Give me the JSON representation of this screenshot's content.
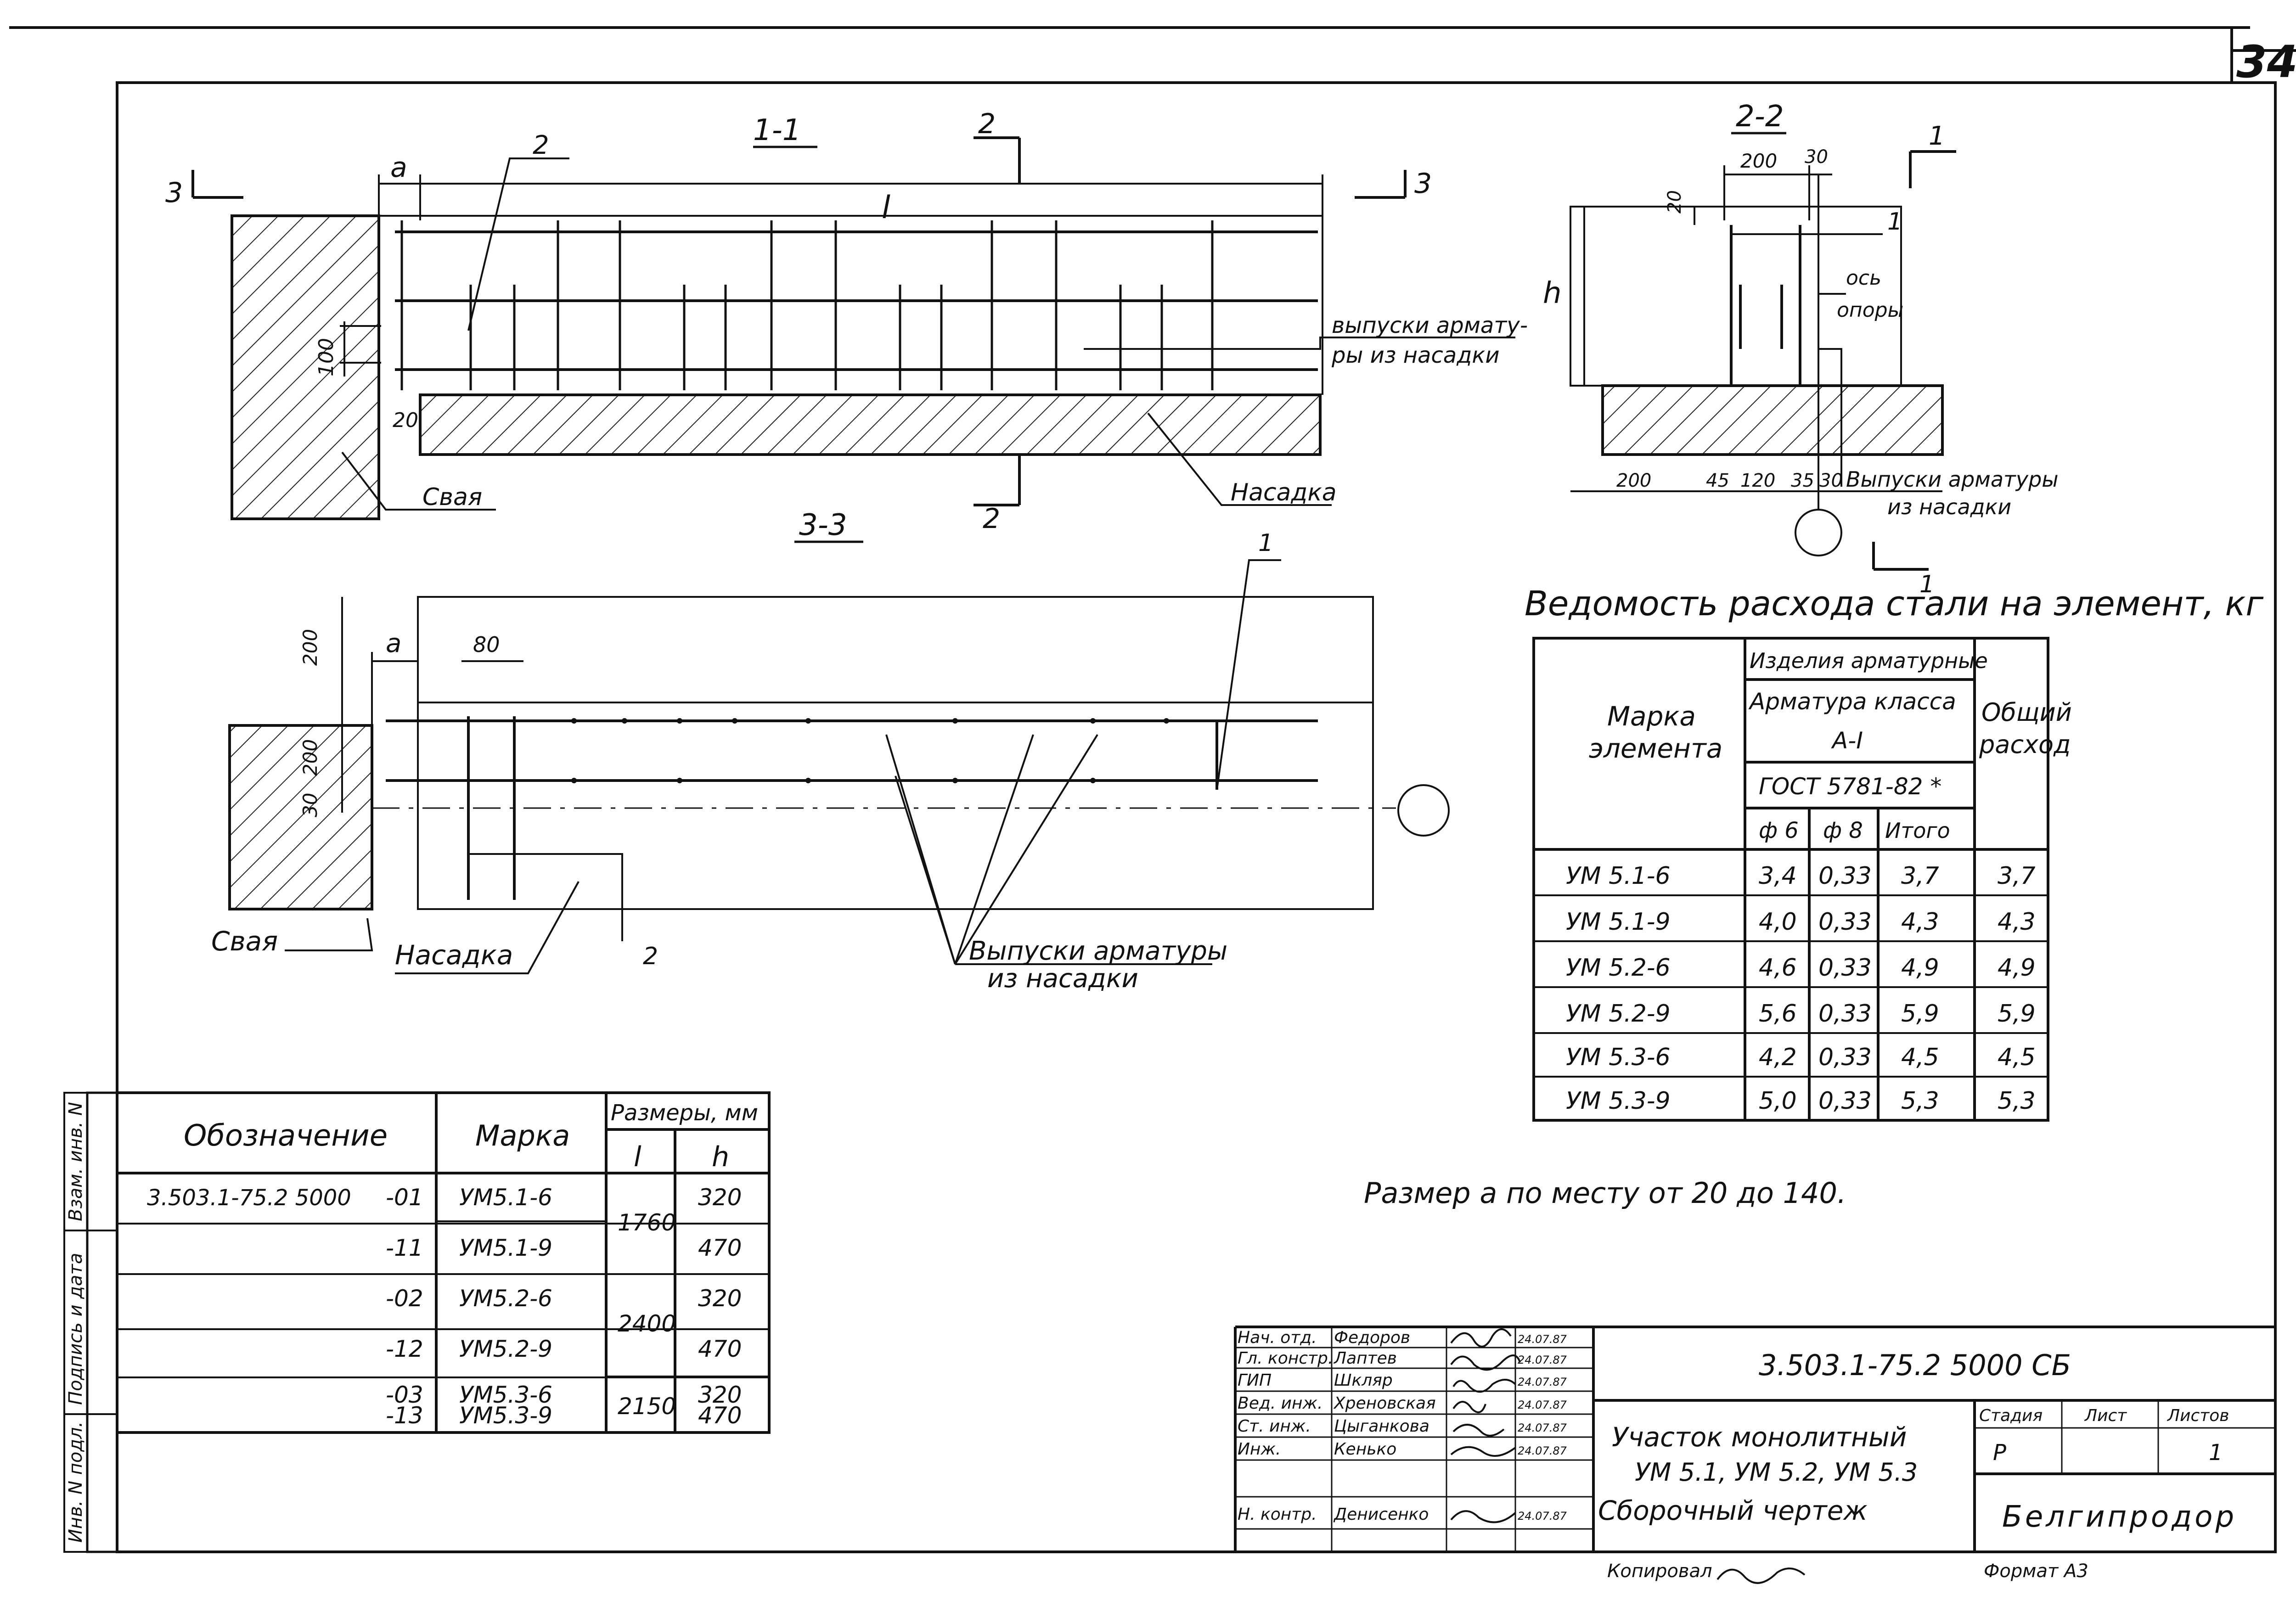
{
  "page_number": "34",
  "sections": {
    "s11": "1-1",
    "s22": "2-2",
    "s33": "3-3",
    "cut2": "2",
    "cut3": "3",
    "cut1": "1"
  },
  "labels": {
    "a": "a",
    "l": "l",
    "h": "h",
    "pos1": "1",
    "pos2": "2",
    "d100": "100",
    "d20": "20",
    "d200": "200",
    "d30": "30",
    "d80": "80",
    "d45": "45",
    "d120": "120",
    "d35": "35",
    "pile": "Свая",
    "cap": "Насадка",
    "rebar_out1": "выпуски армату-",
    "rebar_out2": "ры из насадки",
    "rebar_out_b1": "Выпуски арматуры",
    "rebar_out_b2": "из насадки",
    "axis1": "ось",
    "axis2": "опоры"
  },
  "steel": {
    "title": "Ведомость расхода стали на элемент, кг",
    "col_mark_1": "Марка",
    "col_mark_2": "элемента",
    "hdr_items": "Изделия арматурные",
    "hdr_class": "Арматура класса",
    "hdr_class_val": "A-I",
    "hdr_gost": "ГОСТ 5781-82 *",
    "hdr_d6": "ф 6",
    "hdr_d8": "ф 8",
    "hdr_total": "Итого",
    "hdr_sum_1": "Общий",
    "hdr_sum_2": "расход",
    "rows": [
      {
        "mark": "УМ 5.1-6",
        "d6": "3,4",
        "d8": "0,33",
        "tot": "3,7",
        "sum": "3,7"
      },
      {
        "mark": "УМ 5.1-9",
        "d6": "4,0",
        "d8": "0,33",
        "tot": "4,3",
        "sum": "4,3"
      },
      {
        "mark": "УМ 5.2-6",
        "d6": "4,6",
        "d8": "0,33",
        "tot": "4,9",
        "sum": "4,9"
      },
      {
        "mark": "УМ 5.2-9",
        "d6": "5,6",
        "d8": "0,33",
        "tot": "5,9",
        "sum": "5,9"
      },
      {
        "mark": "УМ 5.3-6",
        "d6": "4,2",
        "d8": "0,33",
        "tot": "4,5",
        "sum": "4,5"
      },
      {
        "mark": "УМ 5.3-9",
        "d6": "5,0",
        "d8": "0,33",
        "tot": "5,3",
        "sum": "5,3"
      }
    ]
  },
  "note": "Размер а по месту от 20 до 140.",
  "dims": {
    "h_designation": "Обозначение",
    "h_mark": "Марка",
    "h_sizes": "Размеры, мм",
    "h_l": "l",
    "h_h": "h",
    "base": "3.503.1-75.2 5000",
    "rows": [
      {
        "suffix": "-01",
        "mark": "УМ5.1-6",
        "h": "320"
      },
      {
        "suffix": "-11",
        "mark": "УМ5.1-9",
        "h": "470"
      },
      {
        "suffix": "-02",
        "mark": "УМ5.2-6",
        "h": "320"
      },
      {
        "suffix": "-12",
        "mark": "УМ5.2-9",
        "h": "470"
      },
      {
        "suffix": "-03",
        "mark": "УМ5.3-6",
        "h": "320"
      },
      {
        "suffix": "-13",
        "mark": "УМ5.3-9",
        "h": "470"
      }
    ],
    "l_values": [
      "1760",
      "2400",
      "2150"
    ]
  },
  "side_stamp": {
    "inv": "Инв. N подл.",
    "sign": "Подпись и дата",
    "replace": "Взам. инв. N"
  },
  "title_block": {
    "code": "3.503.1-75.2 5000 СБ",
    "name_1": "Участок монолитный",
    "name_2": "УМ 5.1, УМ 5.2, УМ 5.3",
    "name_3": "Сборочный чертеж",
    "stage_h": "Стадия",
    "sheet_h": "Лист",
    "sheets_h": "Листов",
    "stage": "Р",
    "sheets": "1",
    "org": "Белгипродор",
    "format": "Формат А3",
    "copied": "Копировал",
    "people": [
      {
        "role": "Нач. отд.",
        "name": "Федоров",
        "date": "24.07.87"
      },
      {
        "role": "Гл. констр.",
        "name": "Лаптев",
        "date": "24.07.87"
      },
      {
        "role": "ГИП",
        "name": "Шкляр",
        "date": "24.07.87"
      },
      {
        "role": "Вед. инж.",
        "name": "Хреновская",
        "date": "24.07.87"
      },
      {
        "role": "Ст. инж.",
        "name": "Цыганкова",
        "date": "24.07.87"
      },
      {
        "role": "Инж.",
        "name": "Кенько",
        "date": "24.07.87"
      },
      {
        "role": "Н. контр.",
        "name": "Денисенко",
        "date": "24.07.87"
      }
    ]
  }
}
